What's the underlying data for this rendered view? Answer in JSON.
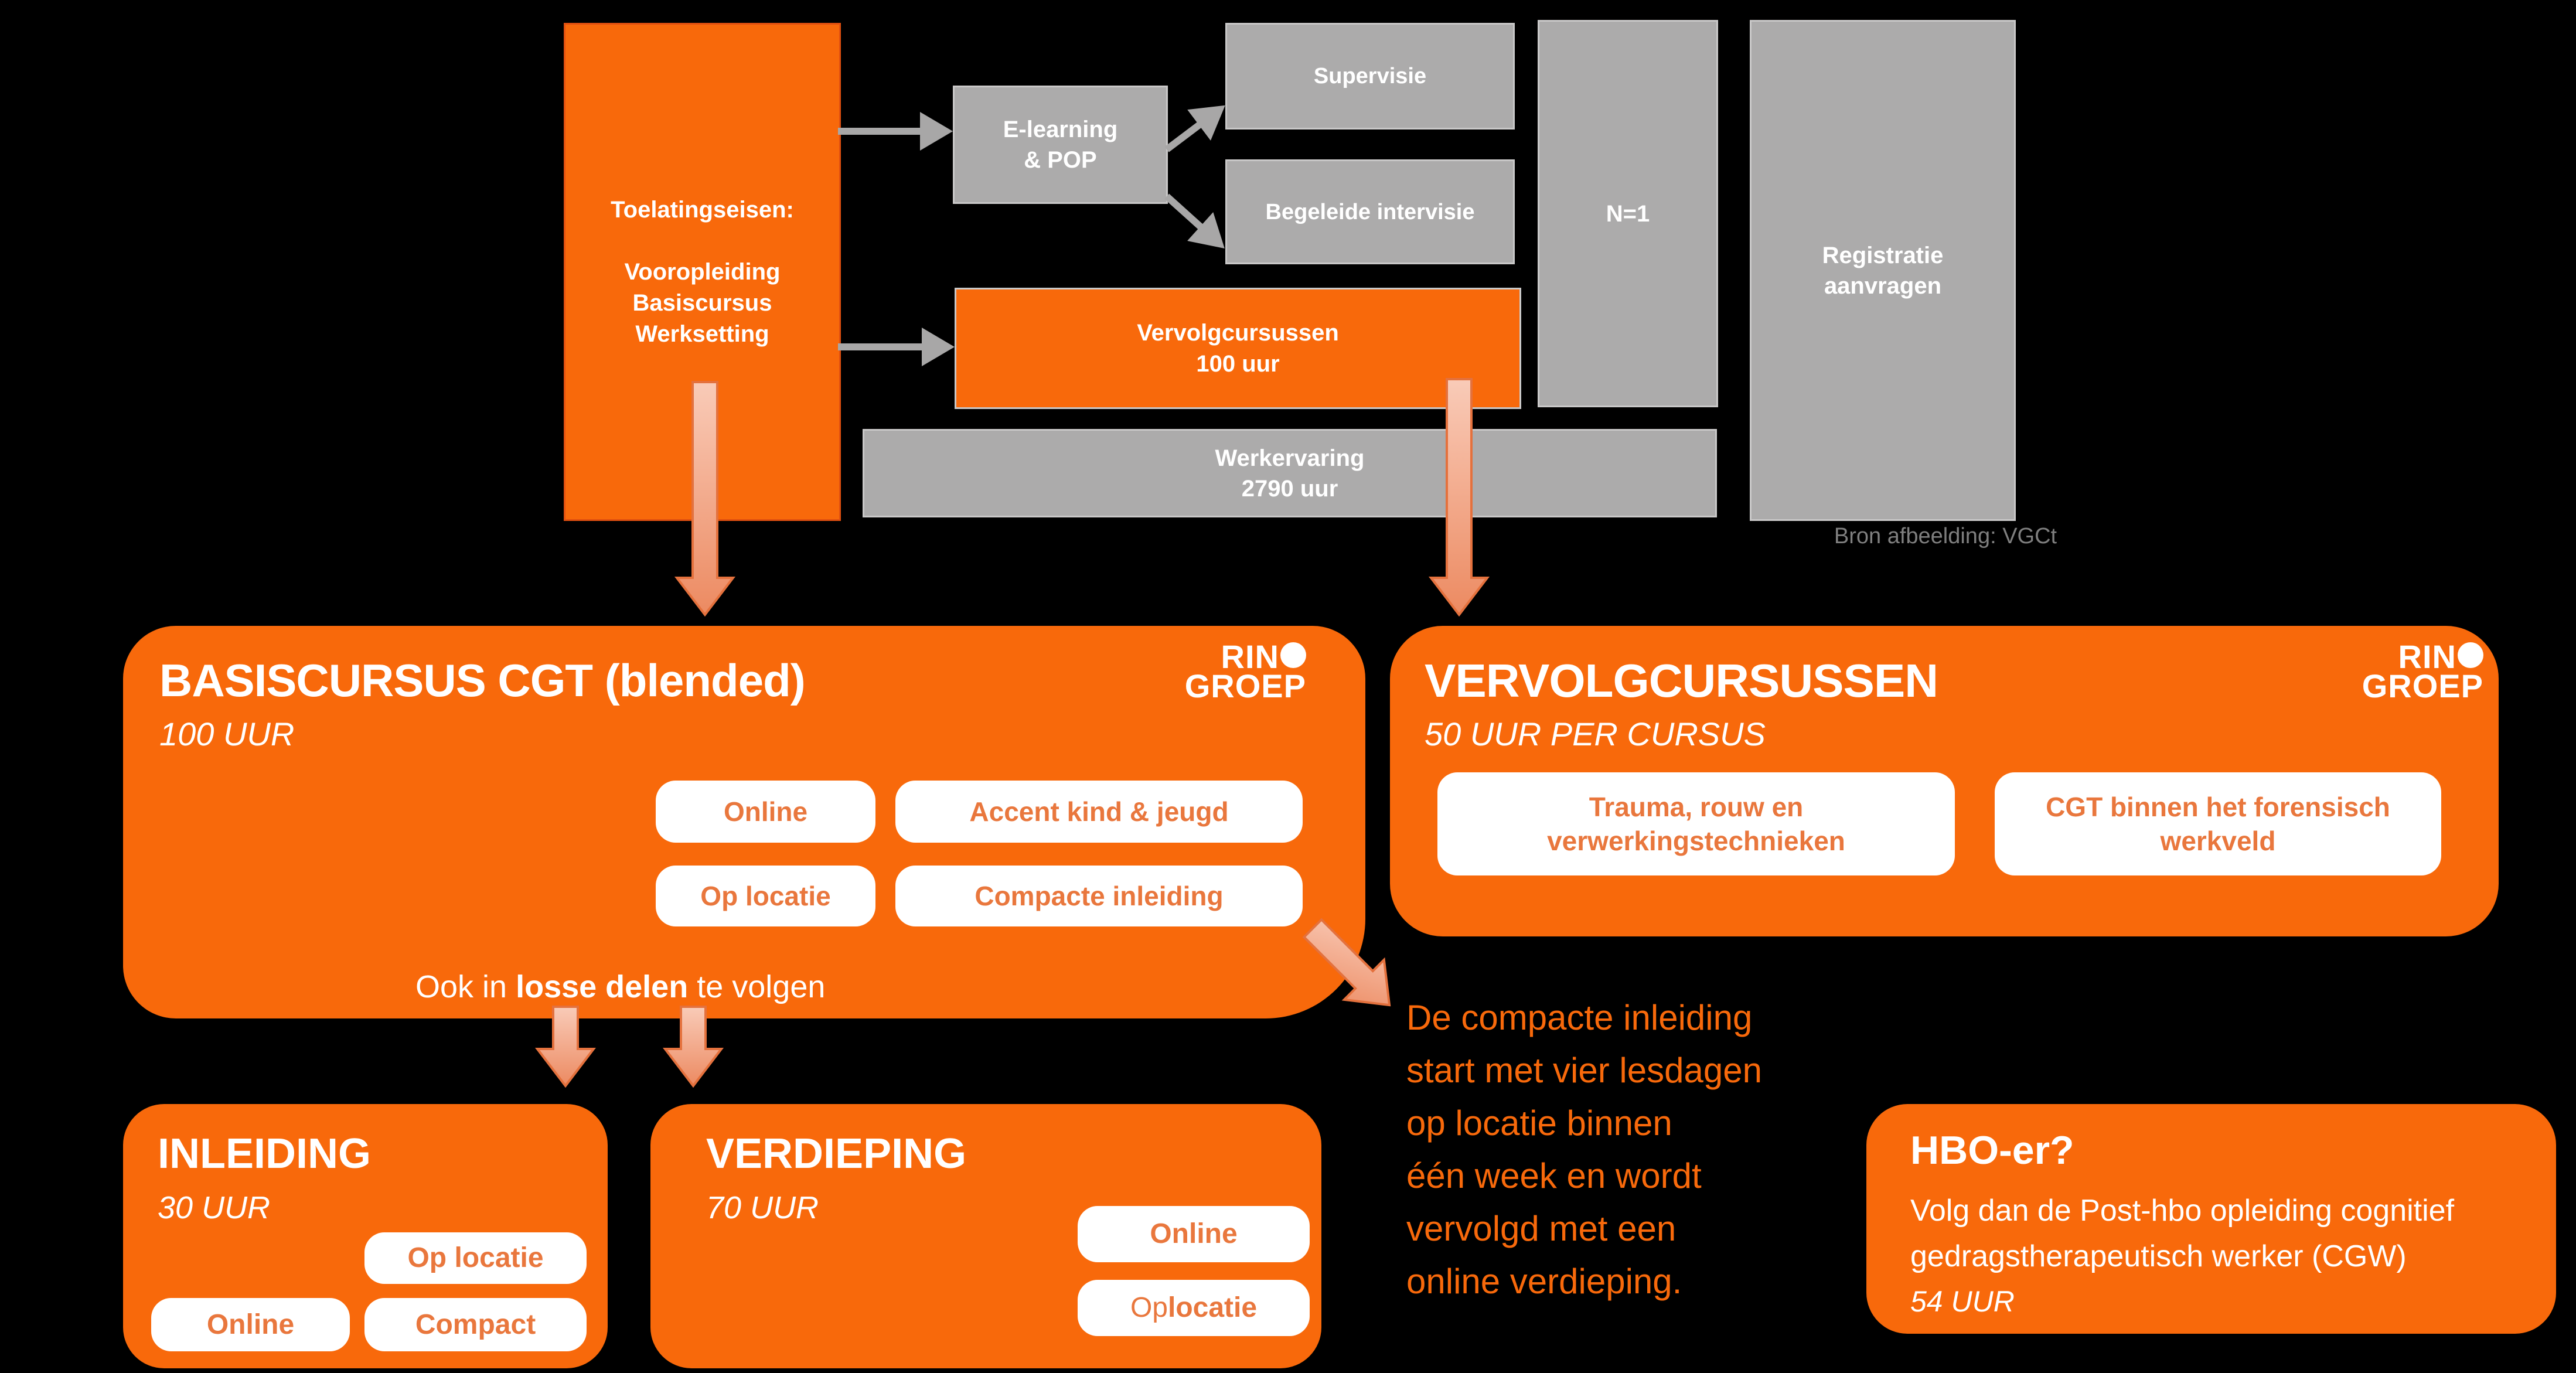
{
  "colors": {
    "orange": "#F8690B",
    "button_text_orange": "#E9773D",
    "gray_box": "#ACABAB",
    "gray_border": "#C9C8C8",
    "arrow_gray": "#A8A7A7",
    "salmon_arrow": "#F2A789",
    "background": "#000000",
    "source_text_gray": "#7F7F7F"
  },
  "top_diagram": {
    "toelatingseisen": {
      "heading": "Toelatingseisen:",
      "lines": [
        "Vooropleiding",
        "Basiscursus",
        "Werksetting"
      ]
    },
    "elearning": {
      "line1": "E-learning",
      "line2": "& POP"
    },
    "supervisie": {
      "label": "Supervisie"
    },
    "begeleide_intervisie": {
      "label": "Begeleide intervisie"
    },
    "n1": {
      "label": "N=1"
    },
    "registratie": {
      "line1": "Registratie",
      "line2": "aanvragen"
    },
    "vervolgcursussen_100": {
      "line1": "Vervolgcursussen",
      "line2": "100 uur"
    },
    "werkervaring": {
      "line1": "Werkervaring",
      "line2": "2790 uur"
    },
    "bron": "Bron afbeelding: VGCt"
  },
  "logo": {
    "line1": "RIN",
    "line2": "GROEP"
  },
  "cards": {
    "basiscursus": {
      "title": "BASISCURSUS CGT (blended)",
      "subtitle": "100 UUR",
      "buttons": [
        "Online",
        "Accent kind & jeugd",
        "Op locatie",
        "Compacte inleiding"
      ],
      "note": {
        "prefix": "Ook in ",
        "bold": "losse delen",
        "suffix": " te volgen"
      }
    },
    "vervolgcursussen": {
      "title": "VERVOLGCURSUSSEN",
      "subtitle": "50 UUR PER CURSUS",
      "buttons": [
        {
          "line1": "Trauma, rouw en",
          "line2": "verwerkingstechnieken"
        },
        {
          "line1": "CGT binnen het forensisch",
          "line2": "werkveld"
        }
      ]
    },
    "inleiding": {
      "title": "INLEIDING",
      "subtitle": "30 UUR",
      "buttons": [
        "Op locatie",
        "Online",
        "Compact"
      ]
    },
    "verdieping": {
      "title": "VERDIEPING",
      "subtitle": "70 UUR",
      "button_online": "Online",
      "button_op_locatie": {
        "normal": "Op ",
        "bold": "locatie"
      }
    },
    "hbo": {
      "title": "HBO-er?",
      "line1": "Volg dan de Post-hbo opleiding cognitief",
      "line2": "gedragstherapeutisch werker (CGW)",
      "subtitle": "54 UUR"
    }
  },
  "annotation": {
    "lines": [
      "De compacte inleiding",
      "start met vier lesdagen",
      "op locatie binnen",
      "één week en wordt",
      "vervolgd met een",
      "online verdieping."
    ]
  }
}
